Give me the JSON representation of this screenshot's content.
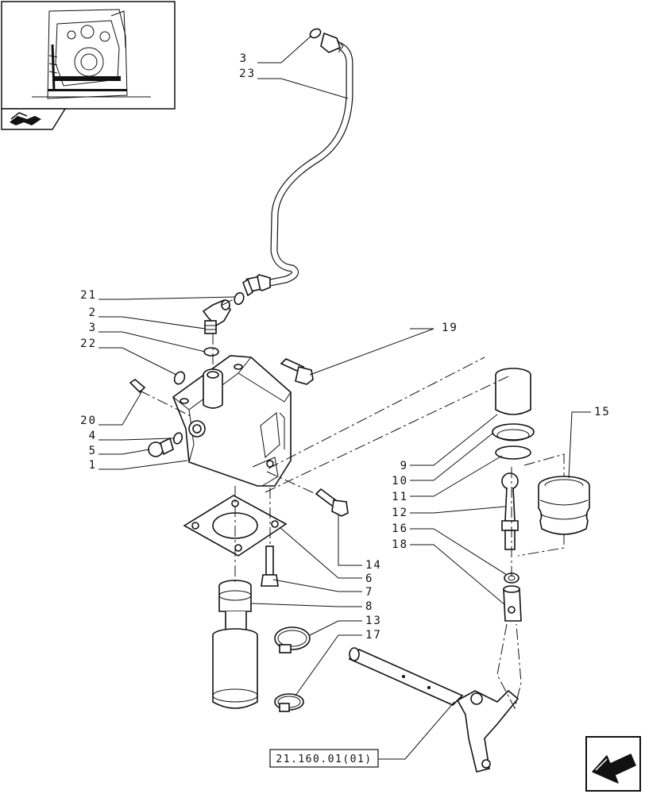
{
  "callouts": {
    "c3a": "3",
    "c23": "23",
    "c21": "21",
    "c2": "2",
    "c3b": "3",
    "c22": "22",
    "c19": "19",
    "c20": "20",
    "c4": "4",
    "c5": "5",
    "c1": "1",
    "c9": "9",
    "c10": "10",
    "c11": "11",
    "c12": "12",
    "c16": "16",
    "c18": "18",
    "c15": "15",
    "c14": "14",
    "c6": "6",
    "c7": "7",
    "c8": "8",
    "c13": "13",
    "c17": "17"
  },
  "reference": "21.160.01(01)",
  "icons": {
    "thumbnail": "tractor-locator-thumbnail",
    "book": "book-icon",
    "navigate": "arrow-navigate-icon"
  }
}
